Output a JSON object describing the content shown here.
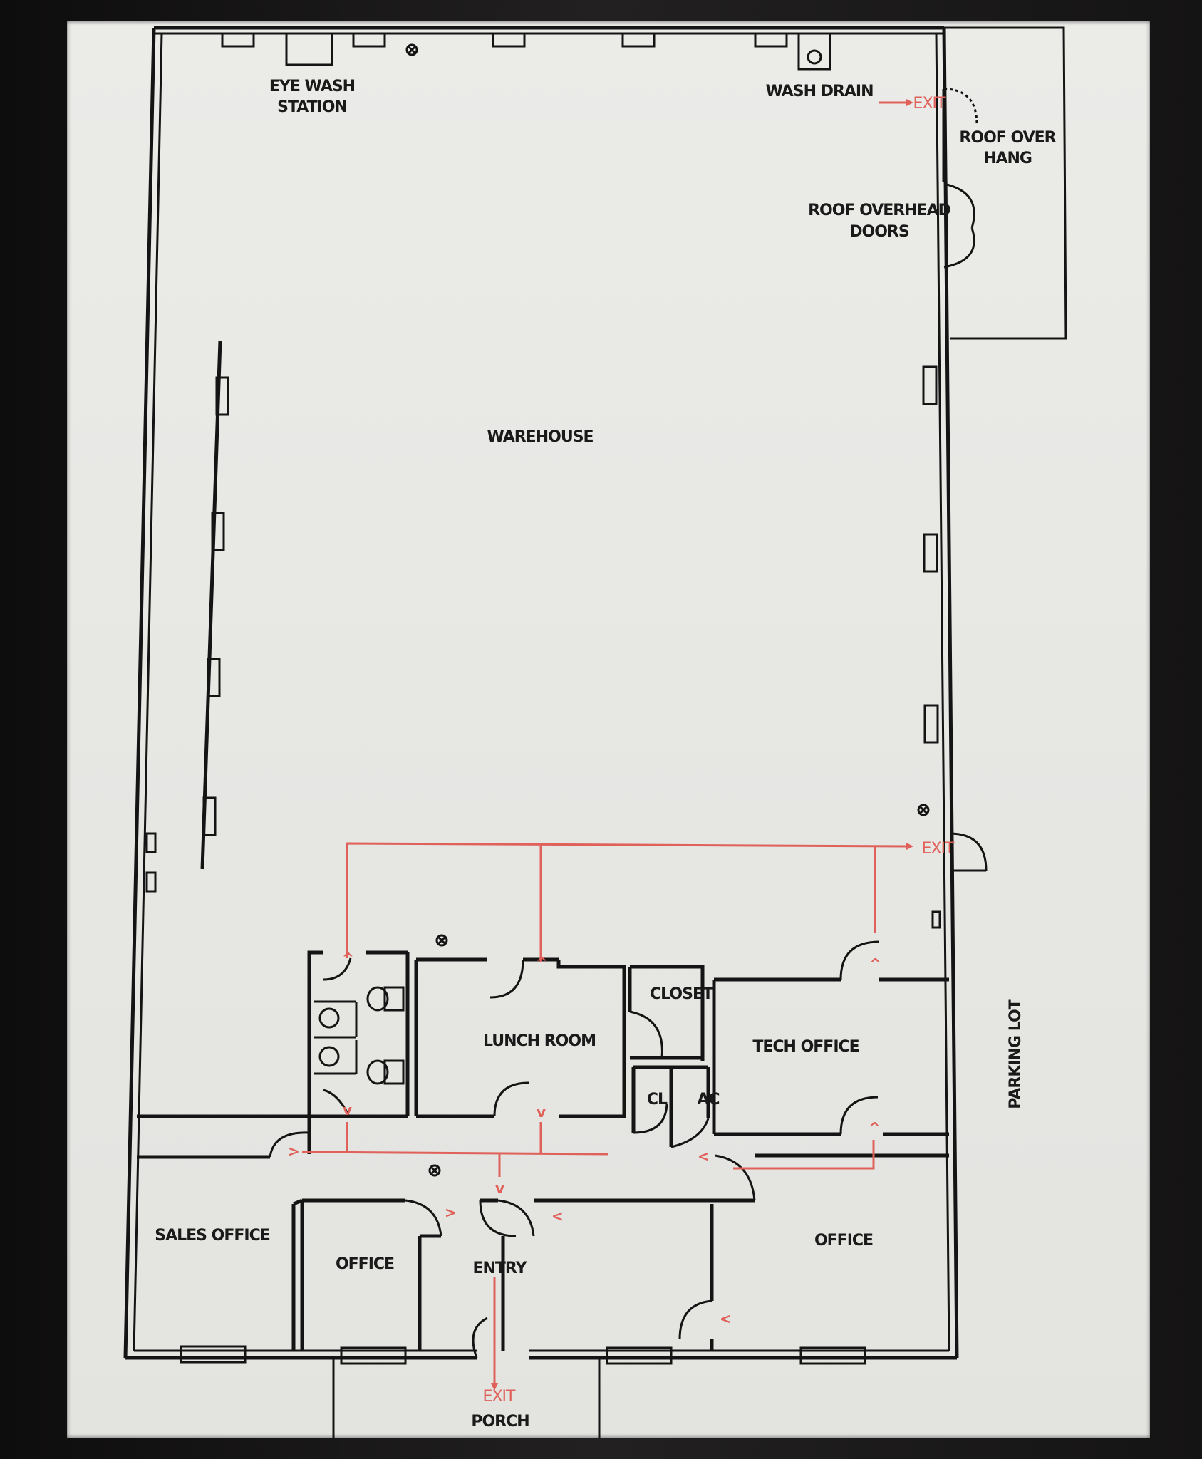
{
  "rooms": {
    "warehouse": "WAREHOUSE",
    "eye_wash_line1": "EYE WASH",
    "eye_wash_line2": "STATION",
    "wash_drain": "WASH DRAIN",
    "roof_over_hang_line1": "ROOF OVER",
    "roof_over_hang_line2": "HANG",
    "roof_overhead_doors_line1": "ROOF OVERHEAD",
    "roof_overhead_doors_line2": "DOORS",
    "lunch_room": "LUNCH ROOM",
    "closet": "CLOSET",
    "cl": "CL",
    "ac": "AC",
    "tech_office": "TECH OFFICE",
    "sales_office": "SALES OFFICE",
    "office_left": "OFFICE",
    "entry": "ENTRY",
    "office_right": "OFFICE",
    "porch": "PORCH",
    "parking_lot": "PARKING LOT"
  },
  "exits": {
    "top_right": "EXIT",
    "mid_right": "EXIT",
    "bottom": "EXIT"
  },
  "arrows": {
    "up": "^",
    "down": "v",
    "right": ">",
    "left": "<"
  },
  "colors": {
    "ink": "#141414",
    "route": "#e0605a",
    "paper": "#e8e8e5"
  }
}
